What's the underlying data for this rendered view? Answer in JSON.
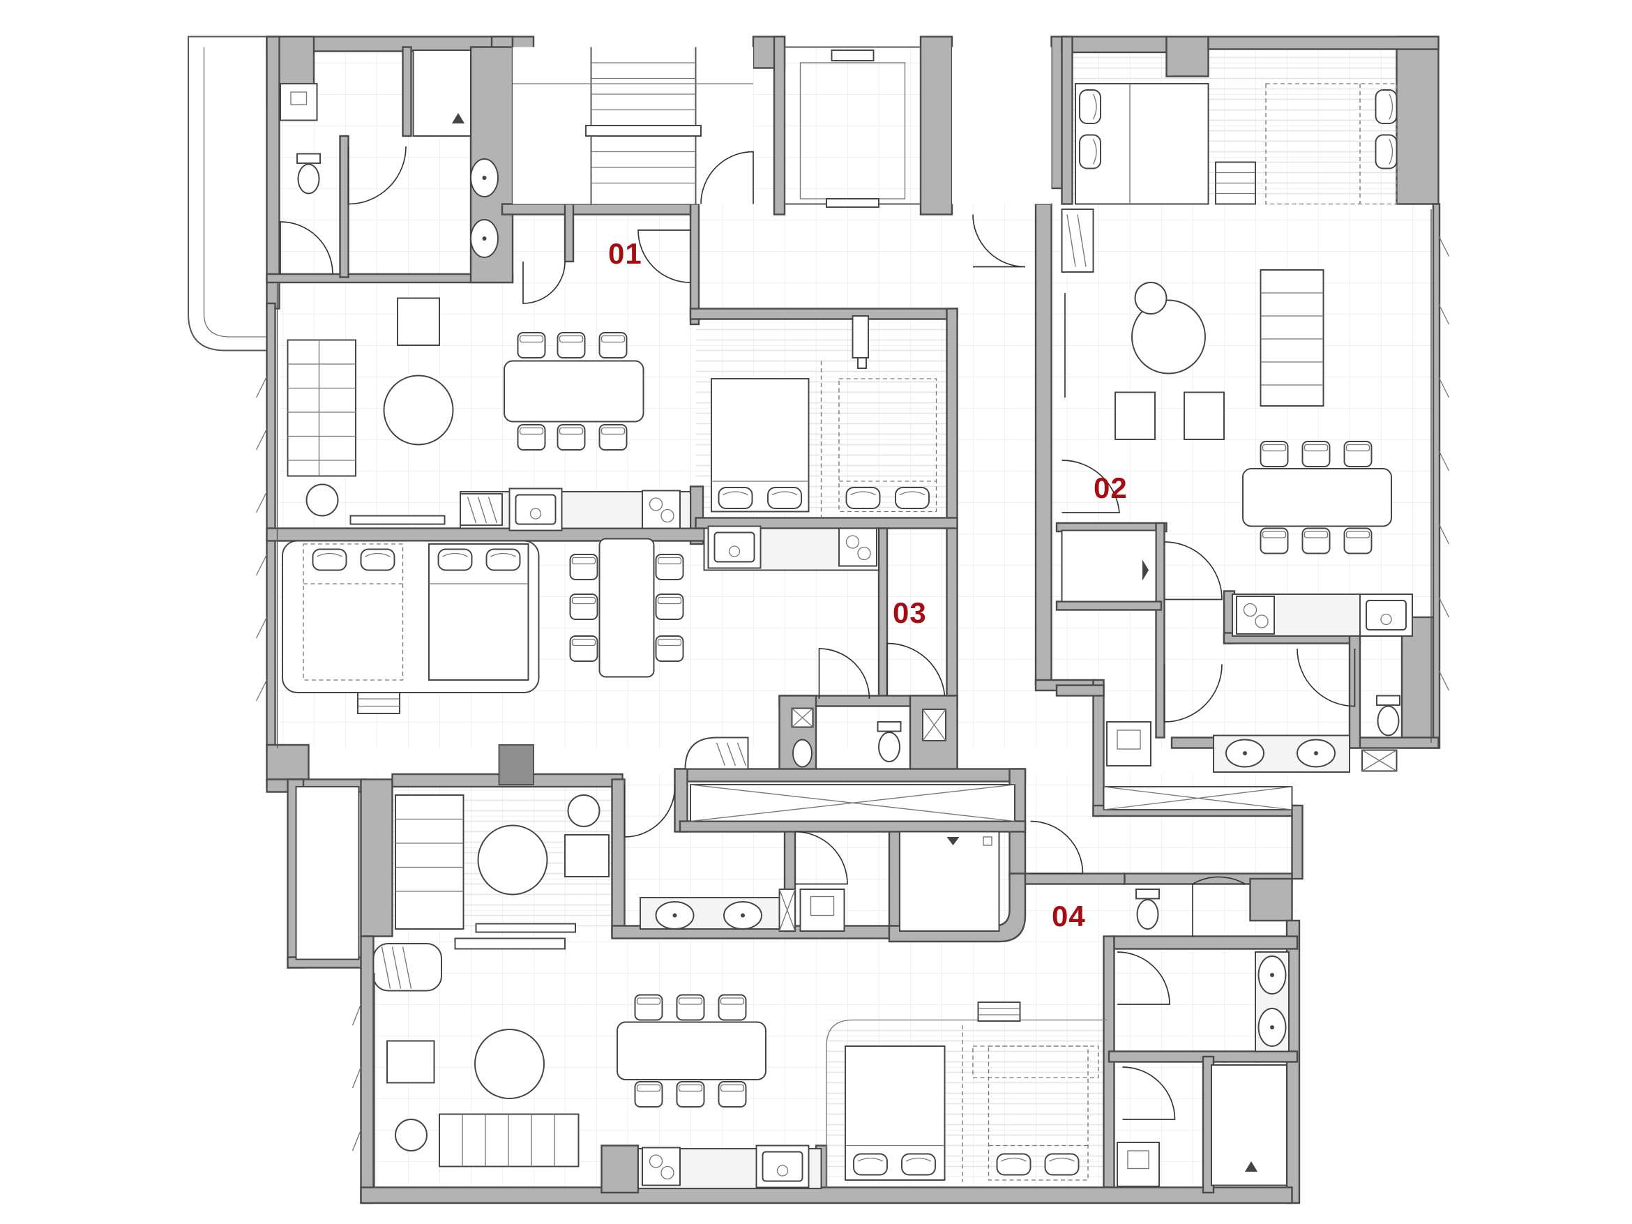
{
  "plan": {
    "type": "architectural floor plan",
    "colors": {
      "wall_fill": "#b3b3b3",
      "wall_outline": "#4a4a4a",
      "label_color": "#a50d12",
      "background": "#ffffff",
      "floor_grid": "#ececec"
    },
    "units": [
      {
        "id": "01",
        "label": "01"
      },
      {
        "id": "02",
        "label": "02"
      },
      {
        "id": "03",
        "label": "03"
      },
      {
        "id": "04",
        "label": "04"
      }
    ]
  }
}
